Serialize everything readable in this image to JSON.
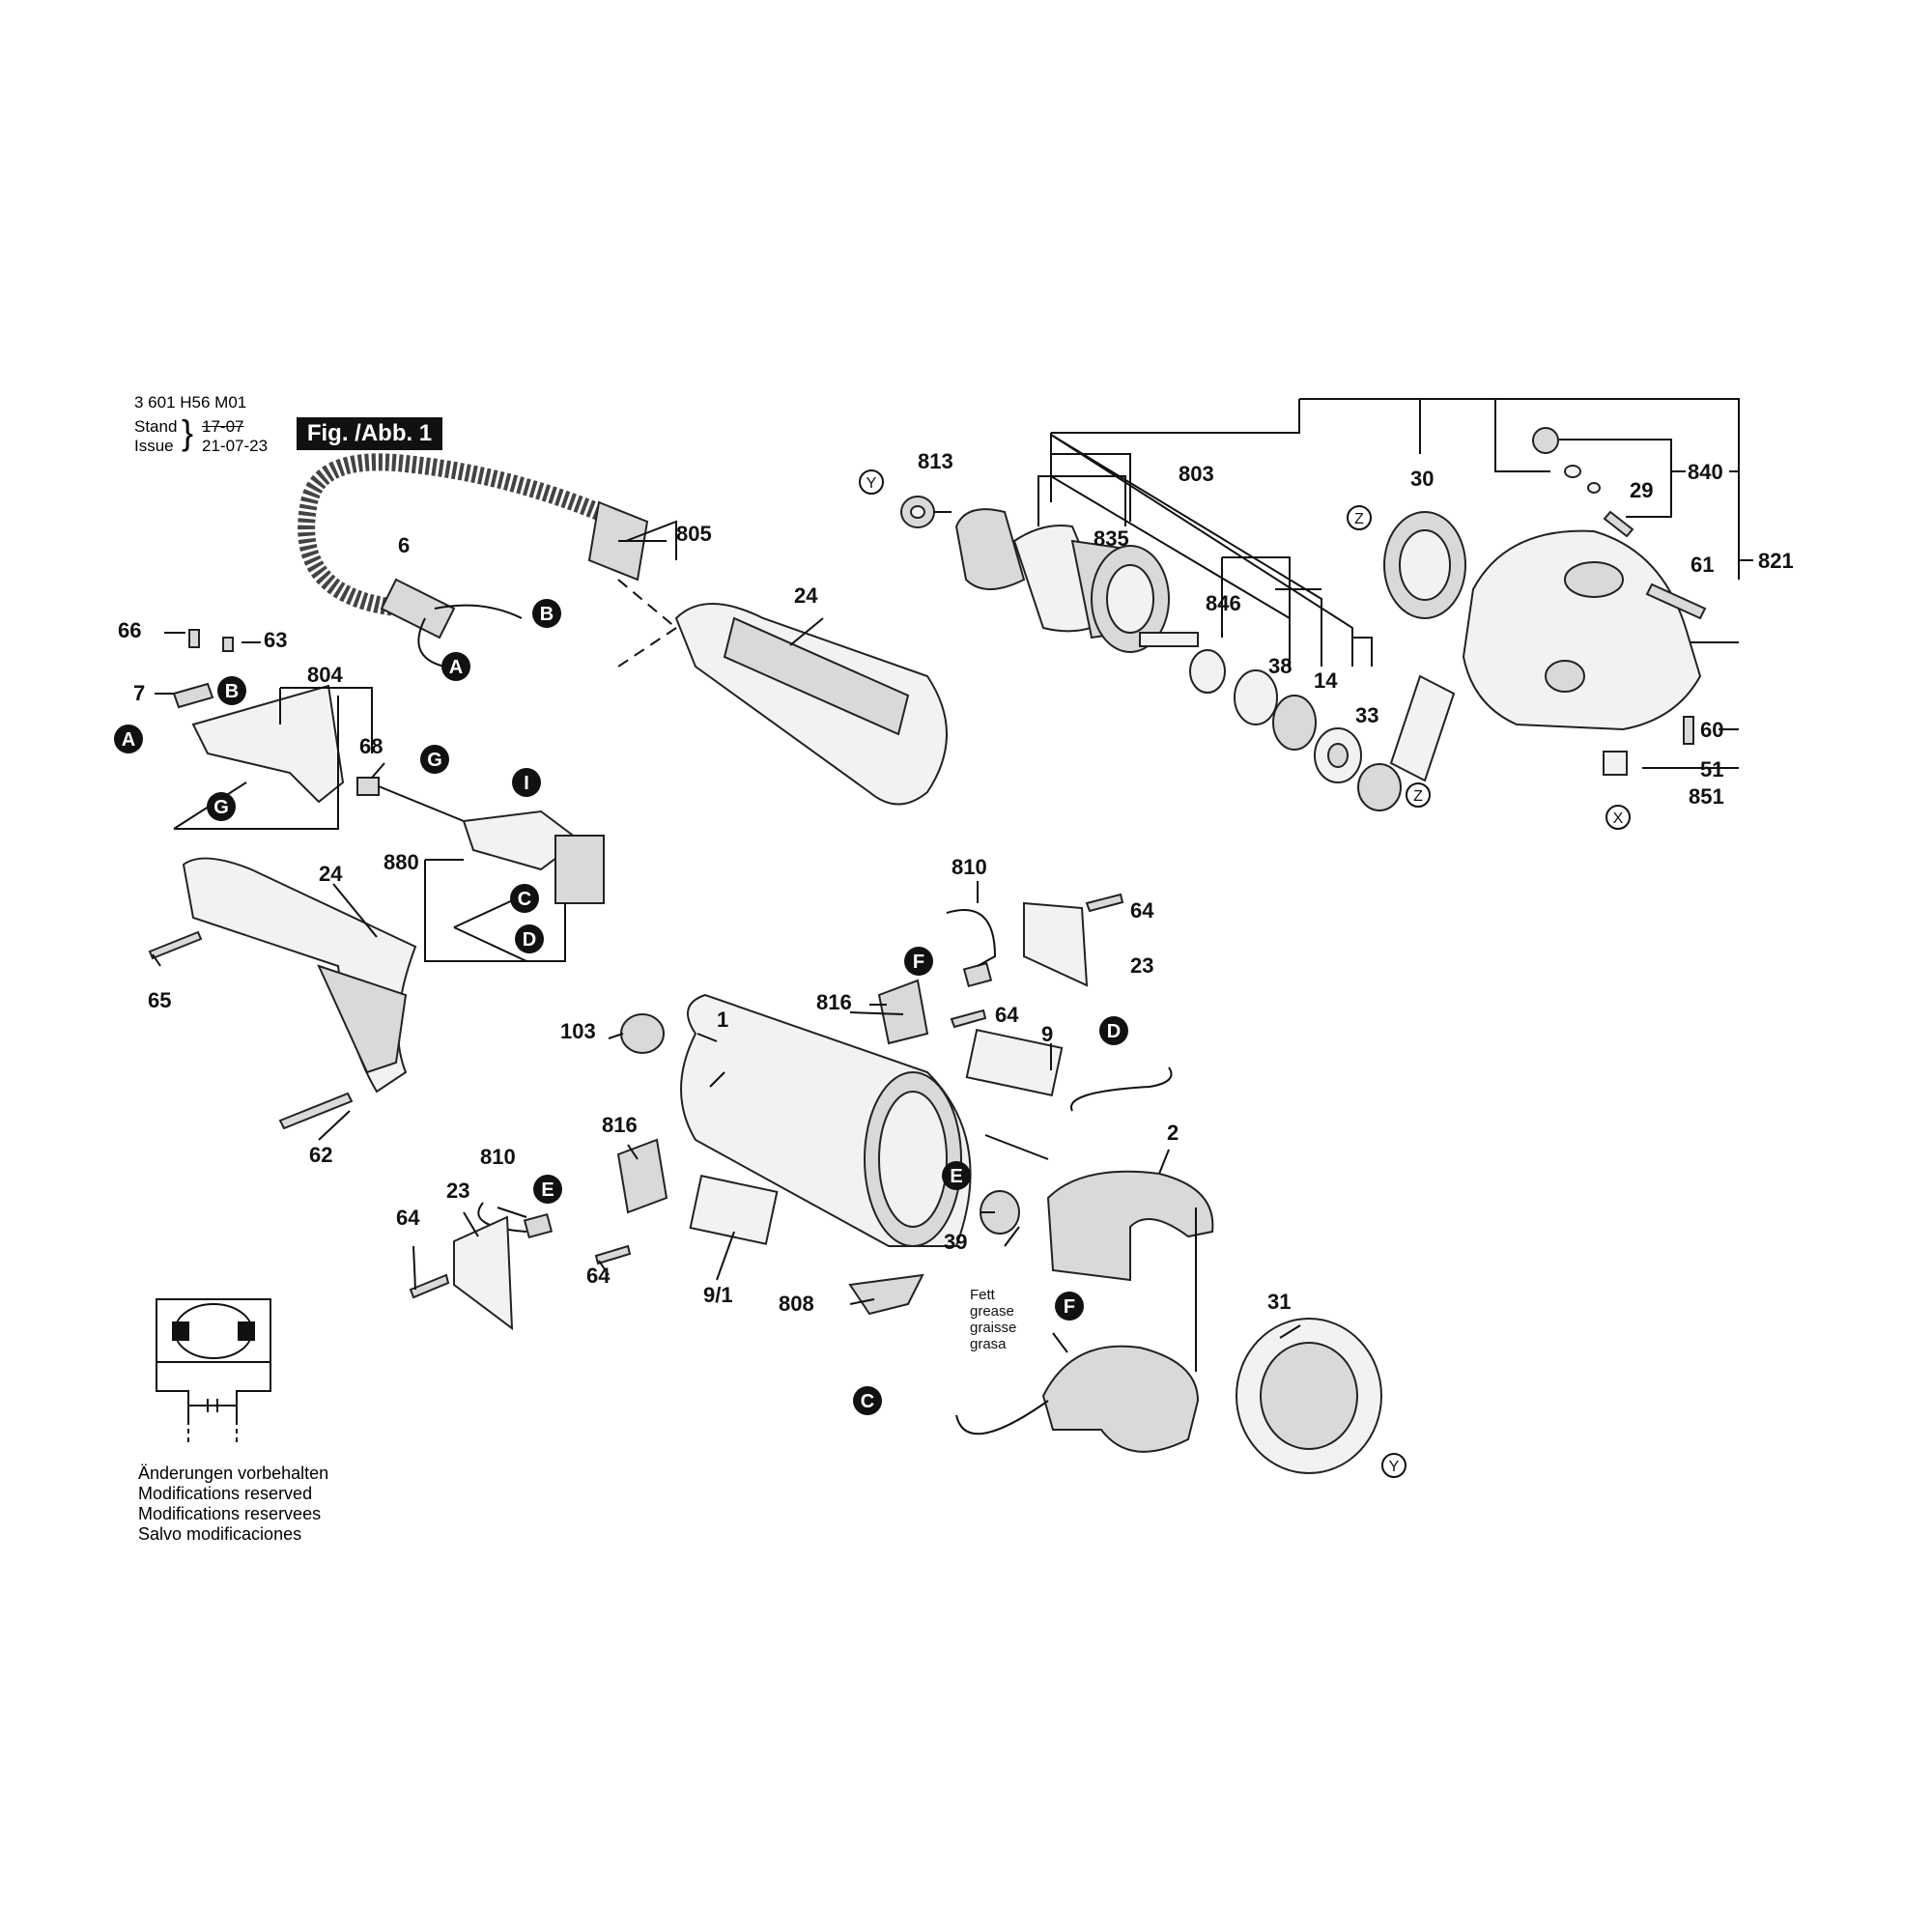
{
  "header": {
    "doc_number": "3 601 H56 M01",
    "stand_label": "Stand",
    "issue_label": "Issue",
    "stand_value": "17-07",
    "issue_value": "21-07-23",
    "figure_label": "Fig. /Abb. 1"
  },
  "footer_notes": [
    "Änderungen vorbehalten",
    "Modifications reserved",
    "Modifications reservees",
    "Salvo modificaciones"
  ],
  "grease_note": [
    "Fett",
    "grease",
    "graisse",
    "grasa"
  ],
  "part_numbers": {
    "p813": "813",
    "p803": "803",
    "p835": "835",
    "p30": "30",
    "p840": "840",
    "p29": "29",
    "p821": "821",
    "p61": "61",
    "p846": "846",
    "p38": "38",
    "p14": "14",
    "p33": "33",
    "p60": "60",
    "p51": "51",
    "p851": "851",
    "p805": "805",
    "p6": "6",
    "p24a": "24",
    "p66": "66",
    "p63": "63",
    "p7": "7",
    "p804": "804",
    "p68": "68",
    "p880": "880",
    "p24b": "24",
    "p65": "65",
    "p62": "62",
    "p810a": "810",
    "p64a": "64",
    "p23a": "23",
    "p816a": "816",
    "p64b": "64",
    "p9": "9",
    "p1": "1",
    "p103": "103",
    "p2": "2",
    "p816b": "816",
    "p810b": "810",
    "p23b": "23",
    "p64c": "64",
    "p64d": "64",
    "p9_1": "9/1",
    "p808": "808",
    "p39": "39",
    "p31": "31"
  },
  "connector_letters": {
    "A1": "A",
    "A2": "A",
    "B1": "B",
    "B2": "B",
    "G1": "G",
    "G2": "G",
    "I": "I",
    "C1": "C",
    "C2": "C",
    "D1": "D",
    "D2": "D",
    "E1": "E",
    "E2": "E",
    "F1": "F",
    "F2": "F"
  },
  "reference_letters": {
    "Y1": "Y",
    "Y2": "Y",
    "Z1": "Z",
    "Z2": "Z",
    "X": "X"
  }
}
